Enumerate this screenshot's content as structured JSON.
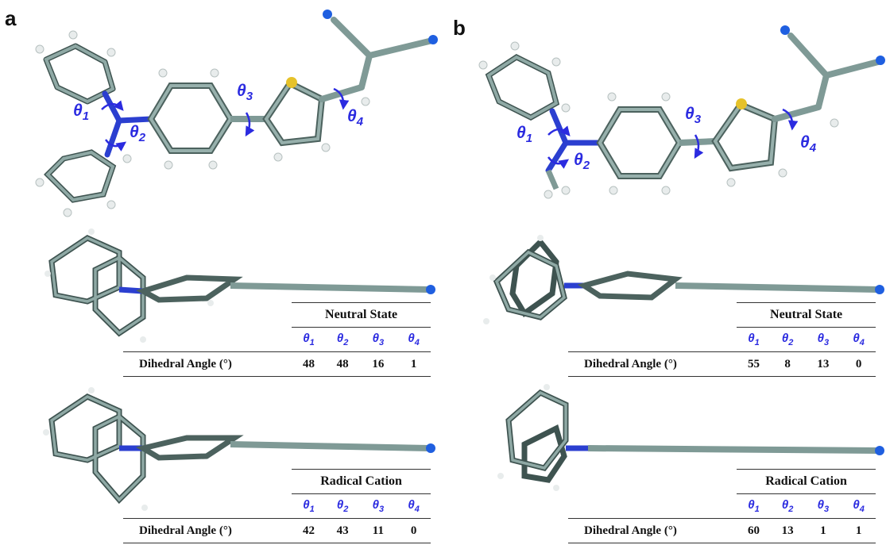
{
  "panels": [
    {
      "label": "a",
      "tables": [
        {
          "title": "Neutral State",
          "row_label": "Dihedral Angle (°)",
          "values": [
            "48",
            "48",
            "16",
            "1"
          ]
        },
        {
          "title": "Radical Cation",
          "row_label": "Dihedral Angle (°)",
          "values": [
            "42",
            "43",
            "11",
            "0"
          ]
        }
      ]
    },
    {
      "label": "b",
      "tables": [
        {
          "title": "Neutral State",
          "row_label": "Dihedral Angle (°)",
          "values": [
            "55",
            "8",
            "13",
            "0"
          ]
        },
        {
          "title": "Radical Cation",
          "row_label": "Dihedral Angle (°)",
          "values": [
            "60",
            "13",
            "1",
            "1"
          ]
        }
      ]
    }
  ],
  "theta_labels": {
    "t1": "θ",
    "s1": "1",
    "t2": "θ",
    "s2": "2",
    "t3": "θ",
    "s3": "3",
    "t4": "θ",
    "s4": "4"
  },
  "colors": {
    "carbon": "#7f9a96",
    "carbon_dark": "#3e5350",
    "nitrogen": "#1c3fd8",
    "sulfur": "#e6c22a",
    "hydrogen": "#e8ecec",
    "theta": "#2b2be0",
    "terminal_n": "#1f5fe0"
  }
}
